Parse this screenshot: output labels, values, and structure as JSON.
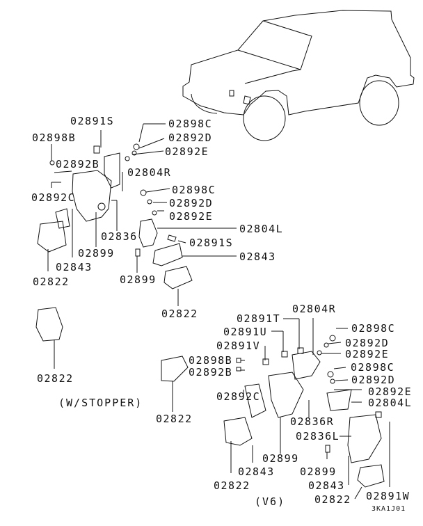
{
  "diagram": {
    "title": "Engine mount parts diagram",
    "colors": {
      "line": "#111111",
      "background": "#ffffff"
    },
    "groups": {
      "upper_left": {
        "labels": [
          "02891S",
          "02898B",
          "02892B",
          "02892C",
          "02804R",
          "02836",
          "02899",
          "02843",
          "02822",
          "02898C",
          "02892D",
          "02892E"
        ]
      },
      "middle": {
        "labels": [
          "02898C",
          "02892D",
          "02892E",
          "02804L",
          "02891S",
          "02843",
          "02899",
          "02822"
        ]
      },
      "stopper": {
        "labels": [
          "02822"
        ],
        "note": "(W/STOPPER)"
      },
      "v6": {
        "labels": [
          "02804R",
          "02891T",
          "02891U",
          "02891V",
          "02898C",
          "02892D",
          "02892E",
          "02898B",
          "02892B",
          "02898C",
          "02892D",
          "02892E",
          "02804L",
          "02892C",
          "02836R",
          "02836L",
          "02822",
          "02899",
          "02843",
          "02899",
          "02843",
          "02822",
          "02891W",
          "02822"
        ],
        "note": "(V6)",
        "code": "3KA1J01"
      }
    }
  }
}
